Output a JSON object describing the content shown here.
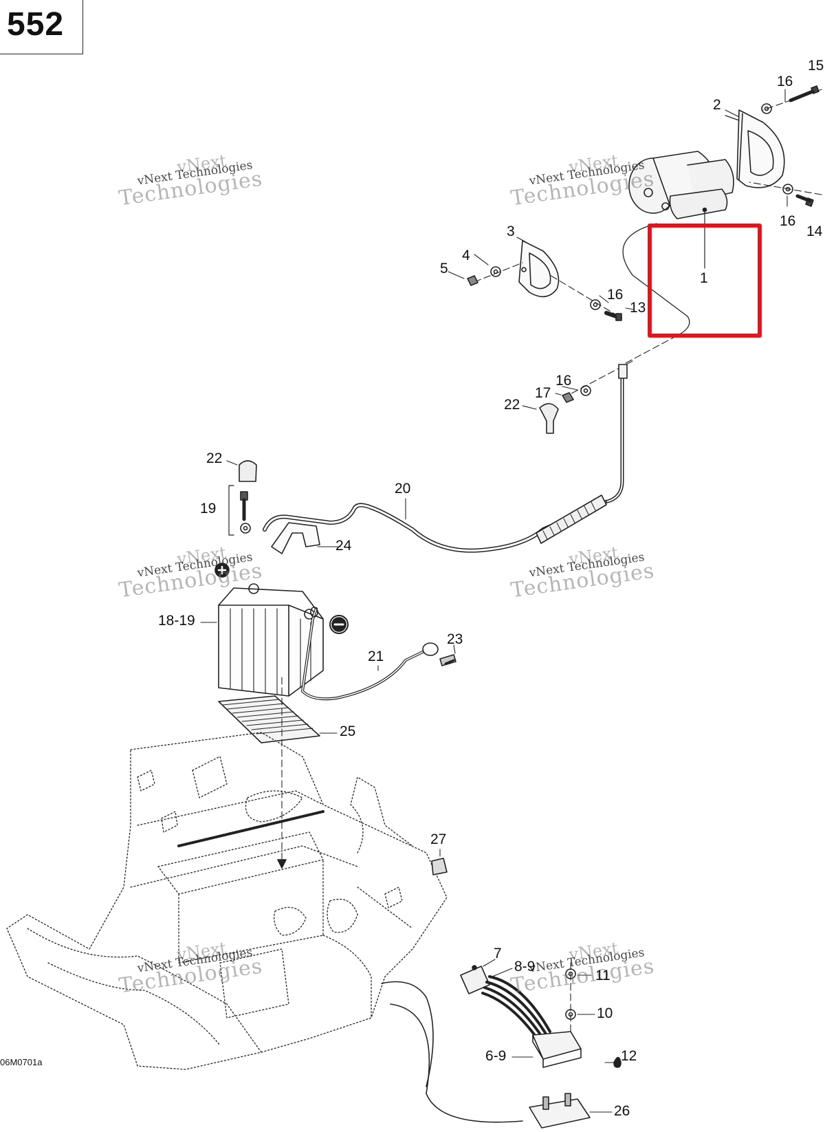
{
  "page_number": "552",
  "reference_code": "06M0701a",
  "watermark": {
    "line1": "vNext",
    "line2": "vNext Technologies",
    "line3": "Technologies"
  },
  "callouts": [
    "1",
    "2",
    "3",
    "4",
    "5",
    "16",
    "15",
    "16",
    "14",
    "16",
    "13",
    "16",
    "17",
    "22",
    "22",
    "19",
    "20",
    "24",
    "18-19",
    "21",
    "23",
    "25",
    "27",
    "7",
    "8-9",
    "11",
    "10",
    "6-9",
    "12",
    "26"
  ],
  "highlight_color": "#e0161e"
}
